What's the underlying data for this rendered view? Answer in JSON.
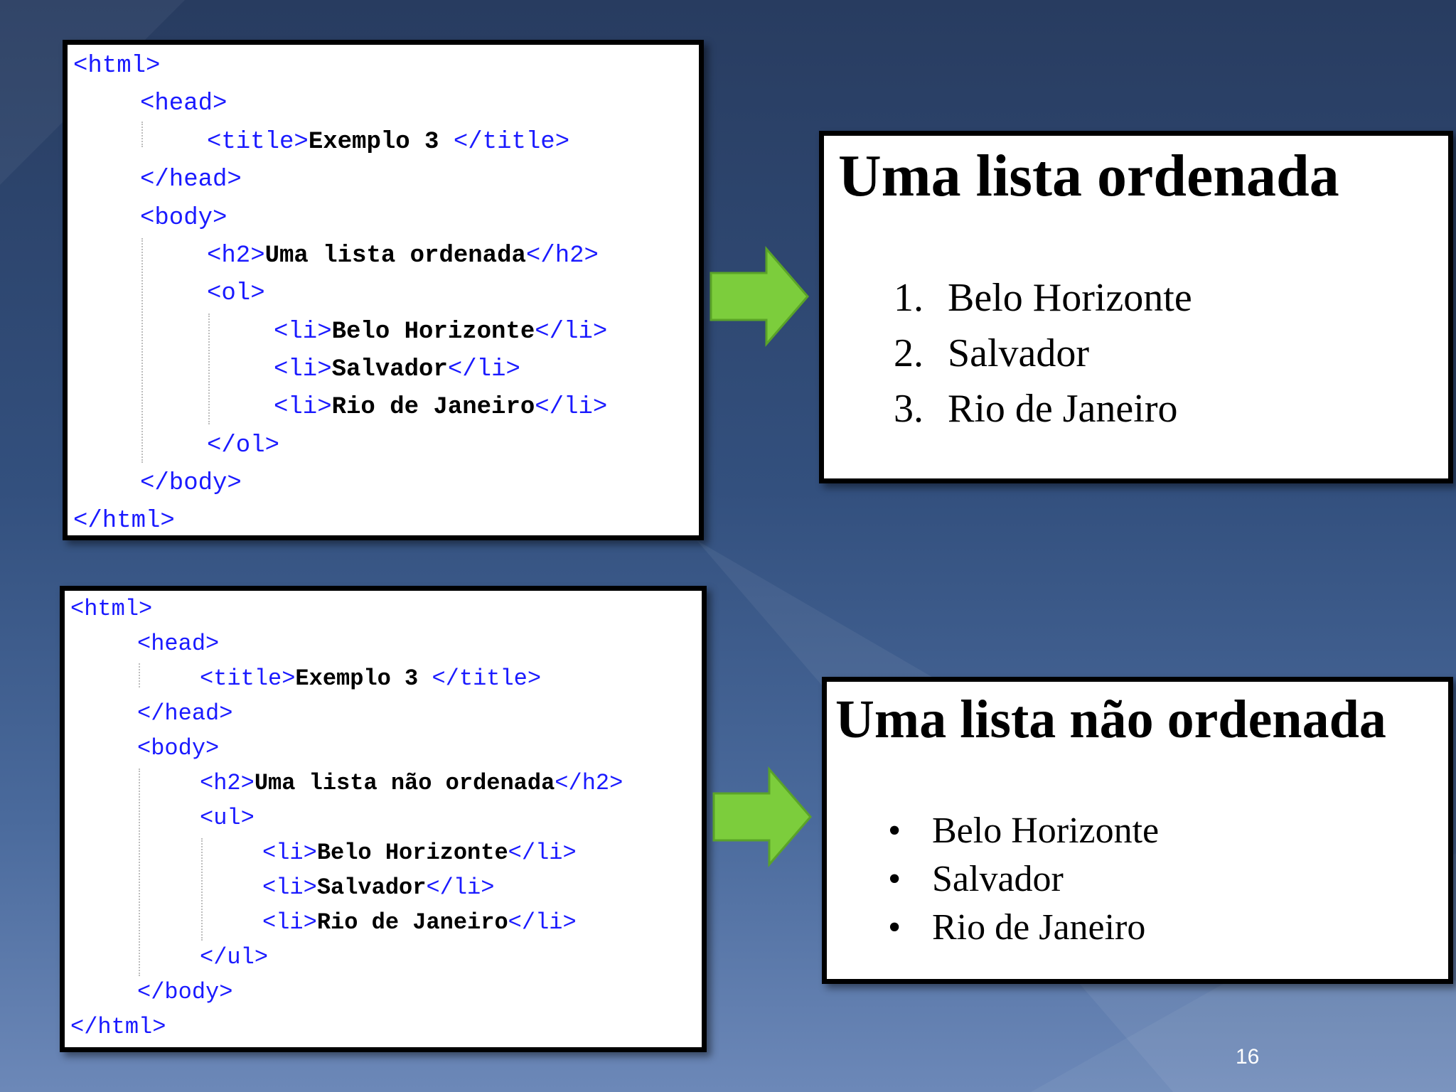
{
  "slide": {
    "page_number": "16",
    "accent_arrow_color": "#7ccd3c",
    "code_tag_color": "#1a1aff"
  },
  "example1": {
    "code": {
      "l1": {
        "tag": "<html>"
      },
      "l2": {
        "tag": "<head>"
      },
      "l3": {
        "open": "<title>",
        "text": "Exemplo 3 ",
        "close": "</title>"
      },
      "l4": {
        "tag": "</head>"
      },
      "l5": {
        "tag": "<body>"
      },
      "l6": {
        "open": "<h2>",
        "text": "Uma lista ordenada",
        "close": "</h2>"
      },
      "l7": {
        "tag": "<ol>"
      },
      "l8": {
        "open": "<li>",
        "text": "Belo Horizonte",
        "close": "</li>"
      },
      "l9": {
        "open": "<li>",
        "text": "Salvador",
        "close": "</li>"
      },
      "l10": {
        "open": "<li>",
        "text": "Rio de Janeiro",
        "close": "</li>"
      },
      "l11": {
        "tag": "</ol>"
      },
      "l12": {
        "tag": "</body>"
      },
      "l13": {
        "tag": "</html>"
      }
    },
    "render": {
      "title": "Uma lista ordenada",
      "items": [
        {
          "marker": "1.",
          "text": "Belo Horizonte"
        },
        {
          "marker": "2.",
          "text": "Salvador"
        },
        {
          "marker": "3.",
          "text": "Rio de Janeiro"
        }
      ]
    }
  },
  "example2": {
    "code": {
      "l1": {
        "tag": "<html>"
      },
      "l2": {
        "tag": "<head>"
      },
      "l3": {
        "open": "<title>",
        "text": "Exemplo 3 ",
        "close": "</title>"
      },
      "l4": {
        "tag": "</head>"
      },
      "l5": {
        "tag": "<body>"
      },
      "l6": {
        "open": "<h2>",
        "text": "Uma lista não ordenada",
        "close": "</h2>"
      },
      "l7": {
        "tag": "<ul>"
      },
      "l8": {
        "open": "<li>",
        "text": "Belo Horizonte",
        "close": "</li>"
      },
      "l9": {
        "open": "<li>",
        "text": "Salvador",
        "close": "</li>"
      },
      "l10": {
        "open": "<li>",
        "text": "Rio de Janeiro",
        "close": "</li>"
      },
      "l11": {
        "tag": "</ul>"
      },
      "l12": {
        "tag": "</body>"
      },
      "l13": {
        "tag": "</html>"
      }
    },
    "render": {
      "title": "Uma lista não ordenada",
      "items": [
        {
          "marker": "•",
          "text": "Belo Horizonte"
        },
        {
          "marker": "•",
          "text": "Salvador"
        },
        {
          "marker": "•",
          "text": "Rio de Janeiro"
        }
      ]
    }
  }
}
